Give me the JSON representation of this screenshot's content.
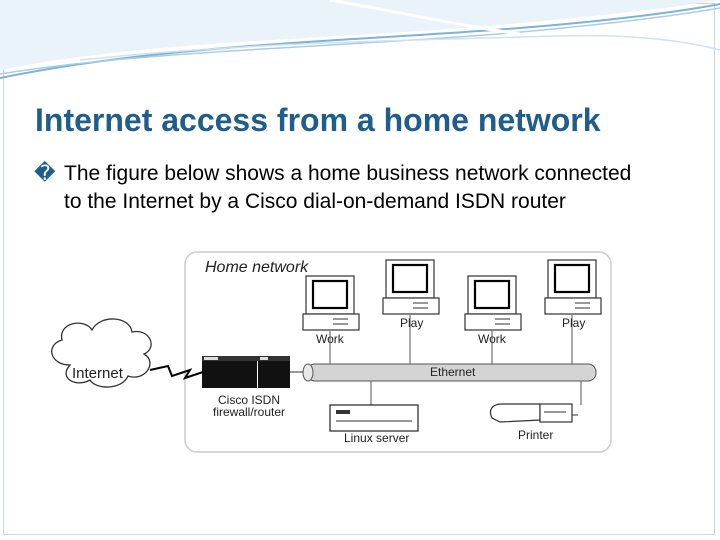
{
  "slide": {
    "title": "Internet access from a home network",
    "bullet_glyph": "�",
    "bullet_text": "The figure below shows a home business network connected to the Internet by a Cisco dial-on-demand ISDN router"
  },
  "diagram": {
    "panel_label": "Home network",
    "cloud_label": "Internet",
    "router_label_line1": "Cisco ISDN",
    "router_label_line2": "firewall/router",
    "ethernet_label": "Ethernet",
    "server_label": "Linux server",
    "printer_label": "Printer",
    "computers": [
      {
        "label": "Work"
      },
      {
        "label": "Play"
      },
      {
        "label": "Work"
      },
      {
        "label": "Play"
      }
    ]
  },
  "colors": {
    "title": "#1f5e8c",
    "accent_wave": "#7fb2d6",
    "cable": "#cfcfcf",
    "router": "#111111"
  }
}
